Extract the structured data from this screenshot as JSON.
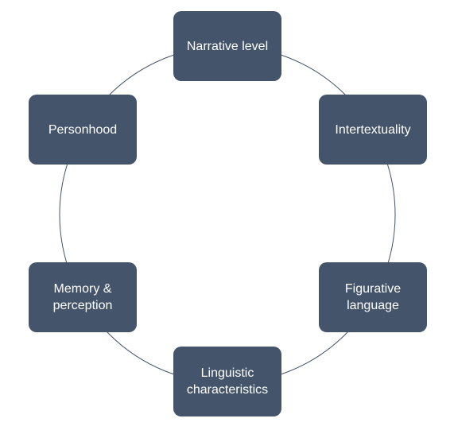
{
  "diagram": {
    "type": "cycle",
    "colors": {
      "node_fill": "#44546a",
      "node_text": "#ffffff",
      "ring_stroke": "#44546a",
      "background": "#ffffff"
    },
    "nodes": [
      {
        "id": "narrative",
        "label": "Narrative level"
      },
      {
        "id": "intertext",
        "label": "Intertextuality"
      },
      {
        "id": "figurative",
        "label": "Figurative\nlanguage"
      },
      {
        "id": "linguistic",
        "label": "Linguistic\ncharacteristics"
      },
      {
        "id": "memory",
        "label": "Memory &\nperception"
      },
      {
        "id": "personhood",
        "label": "Personhood"
      }
    ]
  }
}
